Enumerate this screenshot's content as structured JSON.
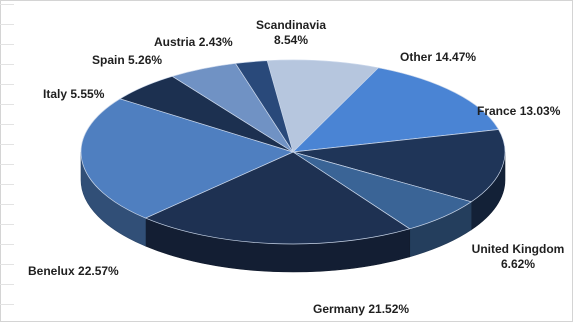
{
  "chart_data": {
    "type": "pie",
    "style": "3d-exploded-none",
    "title": "",
    "slices": [
      {
        "label": "Scandinavia",
        "value": 8.54,
        "display": "8.54%",
        "color": "#b6c6de"
      },
      {
        "label": "Other",
        "value": 14.47,
        "display": "14.47%",
        "color": "#4a84d4"
      },
      {
        "label": "France",
        "value": 13.03,
        "display": "13.03%",
        "color": "#1f3558"
      },
      {
        "label": "United Kingdom",
        "value": 6.62,
        "display": "6.62%",
        "color": "#3a6496"
      },
      {
        "label": "Germany",
        "value": 21.52,
        "display": "21.52%",
        "color": "#1e3152"
      },
      {
        "label": "Benelux",
        "value": 22.57,
        "display": "22.57%",
        "color": "#4f7fc0"
      },
      {
        "label": "Italy",
        "value": 5.55,
        "display": "5.55%",
        "color": "#1c3050"
      },
      {
        "label": "Spain",
        "value": 5.26,
        "display": "5.26%",
        "color": "#7092c4"
      },
      {
        "label": "Austria",
        "value": 2.43,
        "display": "2.43%",
        "color": "#29497a"
      }
    ],
    "legend": "none",
    "data_labels": "outside"
  }
}
